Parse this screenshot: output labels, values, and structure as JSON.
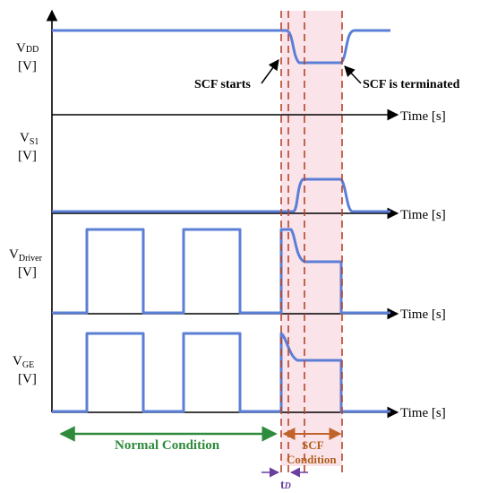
{
  "colors": {
    "signal": "#5b7fd6",
    "axis": "#000000",
    "marker": "#b5452a",
    "scf_region": "#fbe3ea",
    "normal": "#2e8b3c",
    "scf_label": "#b0621e",
    "td": "#6a3fa0"
  },
  "channels": [
    {
      "name": "V",
      "sub": "DD",
      "unit": "[V]",
      "time_label": "Time [s]"
    },
    {
      "name": "V",
      "sub": "S1",
      "unit": "[V]",
      "time_label": "Time [s]"
    },
    {
      "name": "V",
      "sub": "Driver",
      "unit": "[V]",
      "time_label": "Time [s]"
    },
    {
      "name": "V",
      "sub": "GE",
      "unit": "[V]",
      "time_label": "Time [s]"
    }
  ],
  "annotations": {
    "scf_starts": "SCF starts",
    "scf_terminated": "SCF is terminated"
  },
  "bottom": {
    "normal_label": "Normal Condition",
    "scf_label_line1": "SCF",
    "scf_label_line2": "Condition",
    "td_main": "t",
    "td_sub": "D"
  }
}
